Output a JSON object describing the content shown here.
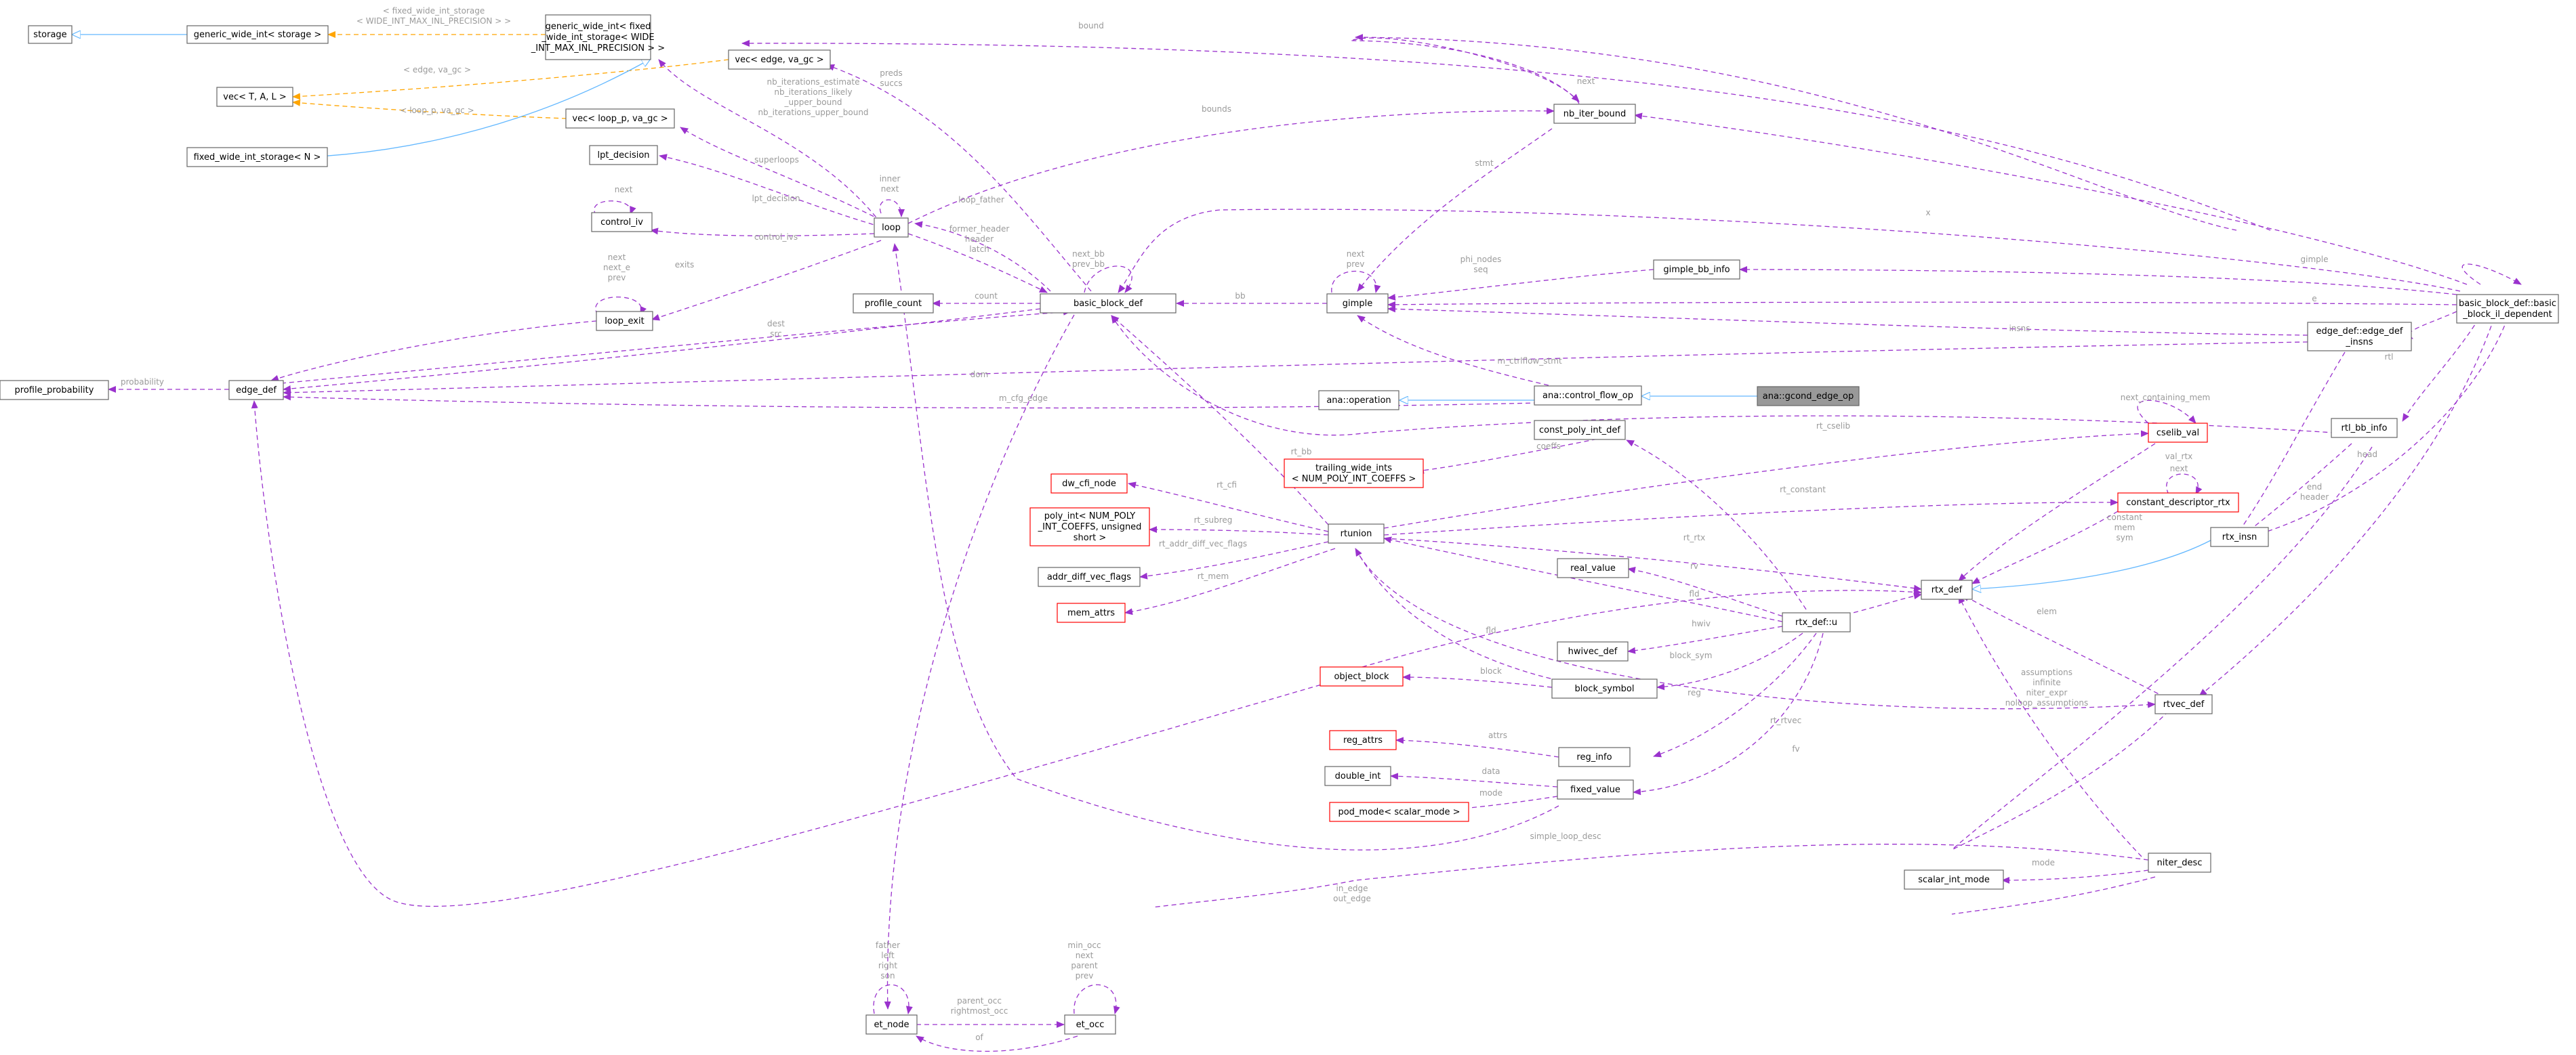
{
  "diagram": {
    "nodes": [
      {
        "id": "storage",
        "lines": [
          "storage"
        ]
      },
      {
        "id": "gwi_storage",
        "lines": [
          "generic_wide_int< storage >"
        ]
      },
      {
        "id": "gwi_fixed",
        "lines": [
          "generic_wide_int< fixed",
          "_wide_int_storage< WIDE",
          "_INT_MAX_INL_PRECISION > >"
        ]
      },
      {
        "id": "vec_tal",
        "lines": [
          "vec< T, A, L >"
        ]
      },
      {
        "id": "fwis_n",
        "lines": [
          "fixed_wide_int_storage< N >"
        ]
      },
      {
        "id": "vec_edge",
        "lines": [
          "vec< edge, va_gc >"
        ]
      },
      {
        "id": "vec_loop",
        "lines": [
          "vec< loop_p, va_gc >"
        ]
      },
      {
        "id": "lpt_decision",
        "lines": [
          "lpt_decision"
        ]
      },
      {
        "id": "control_iv",
        "lines": [
          "control_iv"
        ]
      },
      {
        "id": "loop",
        "lines": [
          "loop"
        ]
      },
      {
        "id": "loop_exit",
        "lines": [
          "loop_exit"
        ]
      },
      {
        "id": "profile_count",
        "lines": [
          "profile_count"
        ]
      },
      {
        "id": "basic_block_def",
        "lines": [
          "basic_block_def"
        ]
      },
      {
        "id": "nb_iter_bound",
        "lines": [
          "nb_iter_bound"
        ]
      },
      {
        "id": "gimple",
        "lines": [
          "gimple"
        ]
      },
      {
        "id": "gimple_bb_info",
        "lines": [
          "gimple_bb_info"
        ]
      },
      {
        "id": "bb_dependent",
        "lines": [
          "basic_block_def::basic",
          "_block_il_dependent"
        ]
      },
      {
        "id": "edge_def_insns",
        "lines": [
          "edge_def::edge_def",
          "_insns"
        ]
      },
      {
        "id": "profile_probability",
        "lines": [
          "profile_probability"
        ]
      },
      {
        "id": "edge_def",
        "lines": [
          "edge_def"
        ]
      },
      {
        "id": "ana_operation",
        "lines": [
          "ana::operation"
        ]
      },
      {
        "id": "ana_cfo",
        "lines": [
          "ana::control_flow_op"
        ]
      },
      {
        "id": "ana_gcond",
        "lines": [
          "ana::gcond_edge_op"
        ]
      },
      {
        "id": "const_poly_int_def",
        "lines": [
          "const_poly_int_def"
        ]
      },
      {
        "id": "trailing_wide_ints",
        "lines": [
          "trailing_wide_ints",
          "< NUM_POLY_INT_COEFFS >"
        ]
      },
      {
        "id": "cselib_val",
        "lines": [
          "cselib_val"
        ]
      },
      {
        "id": "rtl_bb_info",
        "lines": [
          "rtl_bb_info"
        ]
      },
      {
        "id": "dw_cfi_node",
        "lines": [
          "dw_cfi_node"
        ]
      },
      {
        "id": "poly_int",
        "lines": [
          "poly_int< NUM_POLY",
          "_INT_COEFFS, unsigned",
          "short >"
        ]
      },
      {
        "id": "rtunion",
        "lines": [
          "rtunion"
        ]
      },
      {
        "id": "const_desc_rtx",
        "lines": [
          "constant_descriptor_rtx"
        ]
      },
      {
        "id": "rtx_insn",
        "lines": [
          "rtx_insn"
        ]
      },
      {
        "id": "addr_diff",
        "lines": [
          "addr_diff_vec_flags"
        ]
      },
      {
        "id": "mem_attrs",
        "lines": [
          "mem_attrs"
        ]
      },
      {
        "id": "real_value",
        "lines": [
          "real_value"
        ]
      },
      {
        "id": "rtx_def",
        "lines": [
          "rtx_def"
        ]
      },
      {
        "id": "rtx_def_u",
        "lines": [
          "rtx_def::u"
        ]
      },
      {
        "id": "hwivec_def",
        "lines": [
          "hwivec_def"
        ]
      },
      {
        "id": "object_block",
        "lines": [
          "object_block"
        ]
      },
      {
        "id": "block_symbol",
        "lines": [
          "block_symbol"
        ]
      },
      {
        "id": "reg_attrs",
        "lines": [
          "reg_attrs"
        ]
      },
      {
        "id": "reg_info",
        "lines": [
          "reg_info"
        ]
      },
      {
        "id": "rtvec_def",
        "lines": [
          "rtvec_def"
        ]
      },
      {
        "id": "double_int",
        "lines": [
          "double_int"
        ]
      },
      {
        "id": "fixed_value",
        "lines": [
          "fixed_value"
        ]
      },
      {
        "id": "pod_mode",
        "lines": [
          "pod_mode< scalar_mode >"
        ]
      },
      {
        "id": "scalar_int_mode",
        "lines": [
          "scalar_int_mode"
        ]
      },
      {
        "id": "niter_desc",
        "lines": [
          "niter_desc"
        ]
      },
      {
        "id": "et_node",
        "lines": [
          "et_node"
        ]
      },
      {
        "id": "et_occ",
        "lines": [
          "et_occ"
        ]
      }
    ],
    "edge_labels": [
      {
        "id": "l_fixed_storage",
        "lines": [
          "< fixed_wide_int_storage",
          "< WIDE_INT_MAX_INL_PRECISION > >"
        ]
      },
      {
        "id": "l_edge_vagc",
        "lines": [
          "< edge, va_gc >"
        ]
      },
      {
        "id": "l_loop_vagc",
        "lines": [
          "< loop_p, va_gc >"
        ]
      },
      {
        "id": "l_bound",
        "lines": [
          "bound"
        ]
      },
      {
        "id": "l_nb_iter",
        "lines": [
          "nb_iterations_estimate",
          "nb_iterations_likely",
          "_upper_bound",
          "nb_iterations_upper_bound"
        ]
      },
      {
        "id": "l_preds",
        "lines": [
          "preds",
          "succs"
        ]
      },
      {
        "id": "l_bounds",
        "lines": [
          "bounds"
        ]
      },
      {
        "id": "l_next_nb",
        "lines": [
          "next"
        ]
      },
      {
        "id": "l_stmt",
        "lines": [
          "stmt"
        ]
      },
      {
        "id": "l_superloops",
        "lines": [
          "superloops"
        ]
      },
      {
        "id": "l_inner",
        "lines": [
          "inner",
          "next"
        ]
      },
      {
        "id": "l_lpt",
        "lines": [
          "lpt_decision"
        ]
      },
      {
        "id": "l_loop_father",
        "lines": [
          "loop_father"
        ]
      },
      {
        "id": "l_next_civ",
        "lines": [
          "next"
        ]
      },
      {
        "id": "l_control_ivs",
        "lines": [
          "control_ivs"
        ]
      },
      {
        "id": "l_former",
        "lines": [
          "former_header",
          "header",
          "latch"
        ]
      },
      {
        "id": "l_next_bb",
        "lines": [
          "next_bb",
          "prev_bb"
        ]
      },
      {
        "id": "l_exits",
        "lines": [
          "exits"
        ]
      },
      {
        "id": "l_next_g",
        "lines": [
          "next",
          "prev"
        ]
      },
      {
        "id": "l_phi",
        "lines": [
          "phi_nodes",
          "seq"
        ]
      },
      {
        "id": "l_gimple",
        "lines": [
          "gimple"
        ]
      },
      {
        "id": "l_x",
        "lines": [
          "x"
        ]
      },
      {
        "id": "l_next_le",
        "lines": [
          "next",
          "next_e",
          "prev"
        ]
      },
      {
        "id": "l_count",
        "lines": [
          "count"
        ]
      },
      {
        "id": "l_bb",
        "lines": [
          "bb"
        ]
      },
      {
        "id": "l_e",
        "lines": [
          "e"
        ]
      },
      {
        "id": "l_dest",
        "lines": [
          "dest",
          "src"
        ]
      },
      {
        "id": "l_insns",
        "lines": [
          "insns"
        ]
      },
      {
        "id": "l_probability",
        "lines": [
          "probability"
        ]
      },
      {
        "id": "l_ctrlflow",
        "lines": [
          "m_ctrlflow_stmt"
        ]
      },
      {
        "id": "l_dom",
        "lines": [
          "dom"
        ]
      },
      {
        "id": "l_rtl",
        "lines": [
          "rtl"
        ]
      },
      {
        "id": "l_m_cfg_edge",
        "lines": [
          "m_cfg_edge"
        ]
      },
      {
        "id": "l_coeffs",
        "lines": [
          "coeffs"
        ]
      },
      {
        "id": "l_rt_cselib",
        "lines": [
          "rt_cselib"
        ]
      },
      {
        "id": "l_next_cs",
        "lines": [
          "next_containing_mem"
        ]
      },
      {
        "id": "l_rt_bb",
        "lines": [
          "rt_bb"
        ]
      },
      {
        "id": "l_rt_cfi",
        "lines": [
          "rt_cfi"
        ]
      },
      {
        "id": "l_rt_constant",
        "lines": [
          "rt_constant"
        ]
      },
      {
        "id": "l_end",
        "lines": [
          "end",
          "header"
        ]
      },
      {
        "id": "l_head",
        "lines": [
          "head"
        ]
      },
      {
        "id": "l_val_rtx",
        "lines": [
          "val_rtx"
        ]
      },
      {
        "id": "l_next_cd",
        "lines": [
          "next"
        ]
      },
      {
        "id": "l_rt_subreg",
        "lines": [
          "rt_subreg"
        ]
      },
      {
        "id": "l_constant",
        "lines": [
          "constant",
          "mem",
          "sym"
        ]
      },
      {
        "id": "l_rt_addr",
        "lines": [
          "rt_addr_diff_vec_flags"
        ]
      },
      {
        "id": "l_rt_rtx",
        "lines": [
          "rt_rtx"
        ]
      },
      {
        "id": "l_rt_mem",
        "lines": [
          "rt_mem"
        ]
      },
      {
        "id": "l_rv",
        "lines": [
          "rv"
        ]
      },
      {
        "id": "l_fld",
        "lines": [
          "fld"
        ]
      },
      {
        "id": "l_fld2",
        "lines": [
          "fld"
        ]
      },
      {
        "id": "l_hwiv",
        "lines": [
          "hwiv"
        ]
      },
      {
        "id": "l_elem",
        "lines": [
          "elem"
        ]
      },
      {
        "id": "l_block",
        "lines": [
          "block"
        ]
      },
      {
        "id": "l_block_sym",
        "lines": [
          "block_sym"
        ]
      },
      {
        "id": "l_assumptions",
        "lines": [
          "assumptions",
          "infinite",
          "niter_expr",
          "noloop_assumptions"
        ]
      },
      {
        "id": "l_rt_rtvec",
        "lines": [
          "rt_rtvec"
        ]
      },
      {
        "id": "l_reg",
        "lines": [
          "reg"
        ]
      },
      {
        "id": "l_attrs",
        "lines": [
          "attrs"
        ]
      },
      {
        "id": "l_data",
        "lines": [
          "data"
        ]
      },
      {
        "id": "l_mode",
        "lines": [
          "mode"
        ]
      },
      {
        "id": "l_fv",
        "lines": [
          "fv"
        ]
      },
      {
        "id": "l_simple_loop",
        "lines": [
          "simple_loop_desc"
        ]
      },
      {
        "id": "l_mode2",
        "lines": [
          "mode"
        ]
      },
      {
        "id": "l_in_edge",
        "lines": [
          "in_edge",
          "out_edge"
        ]
      },
      {
        "id": "l_father",
        "lines": [
          "father",
          "left",
          "right",
          "son"
        ]
      },
      {
        "id": "l_min_occ",
        "lines": [
          "min_occ",
          "next",
          "parent",
          "prev"
        ]
      },
      {
        "id": "l_parent_occ",
        "lines": [
          "parent_occ",
          "rightmost_occ"
        ]
      },
      {
        "id": "l_of",
        "lines": [
          "of"
        ]
      }
    ]
  }
}
